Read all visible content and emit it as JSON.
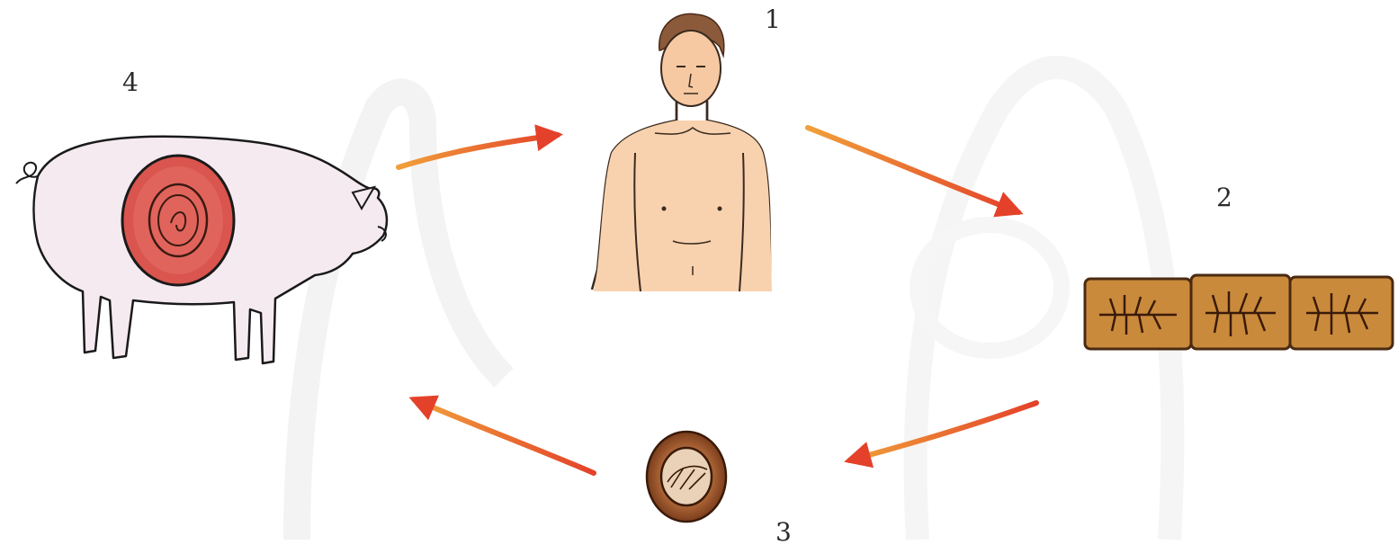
{
  "labels": {
    "human": "1",
    "tapeworm_segments": "2",
    "egg": "3",
    "pig": "4"
  },
  "colors": {
    "arrow": "#e8502a",
    "skin": "#f6c9a2",
    "pig_body": "#f3e6ee",
    "cyst_red": "#d9544d",
    "segment": "#c98a3c",
    "egg": "#a45a2c"
  }
}
